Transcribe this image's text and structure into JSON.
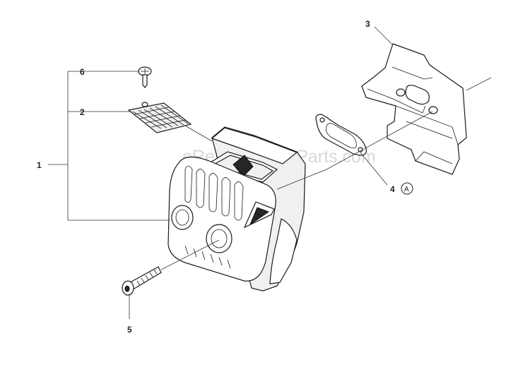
{
  "watermark": "eReplacementParts.com",
  "callouts": {
    "c1": "1",
    "c2": "2",
    "c3": "3",
    "c4": "4",
    "c4_marker": "A",
    "c5": "5",
    "c6": "6"
  }
}
